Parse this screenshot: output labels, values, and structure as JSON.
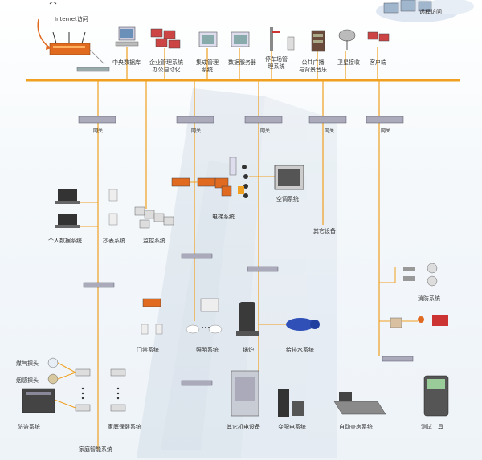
{
  "top": {
    "internet": "Internet访问",
    "remote": "远程访问"
  },
  "top_devices": {
    "central_db": "中央数据库",
    "enterprise_oa": "企业管理系统\n办公自动化",
    "integrated_mgmt": "集成管理\n系统",
    "data_server": "数据服务器",
    "parking": "停车场管\n理系统",
    "pa_music": "公共广播\n与背景音乐",
    "satellite": "卫星接收",
    "client": "客户端"
  },
  "switch_label": "网关",
  "subsystems": {
    "personal_data": "个人数据系统",
    "meter_reading": "抄表系统",
    "monitoring": "监控系统",
    "elevator": "电梯系统",
    "hvac": "空调系统",
    "other_equipment": "其它设备",
    "access_control": "门禁系统",
    "lighting": "照明系统",
    "boiler": "锅炉",
    "water_supply": "给排水系统",
    "fire_protection": "消防系统",
    "gas_detector": "煤气探头",
    "smoke_detector": "烟感探头",
    "anti_theft": "防盗系统",
    "home_security": "家庭保健系统",
    "other_mech_elec": "其它机电设备",
    "substation": "变配电系统",
    "auto_meter": "自动查房系统",
    "test_tools": "测试工具",
    "home_smart": "家庭智能系统"
  }
}
